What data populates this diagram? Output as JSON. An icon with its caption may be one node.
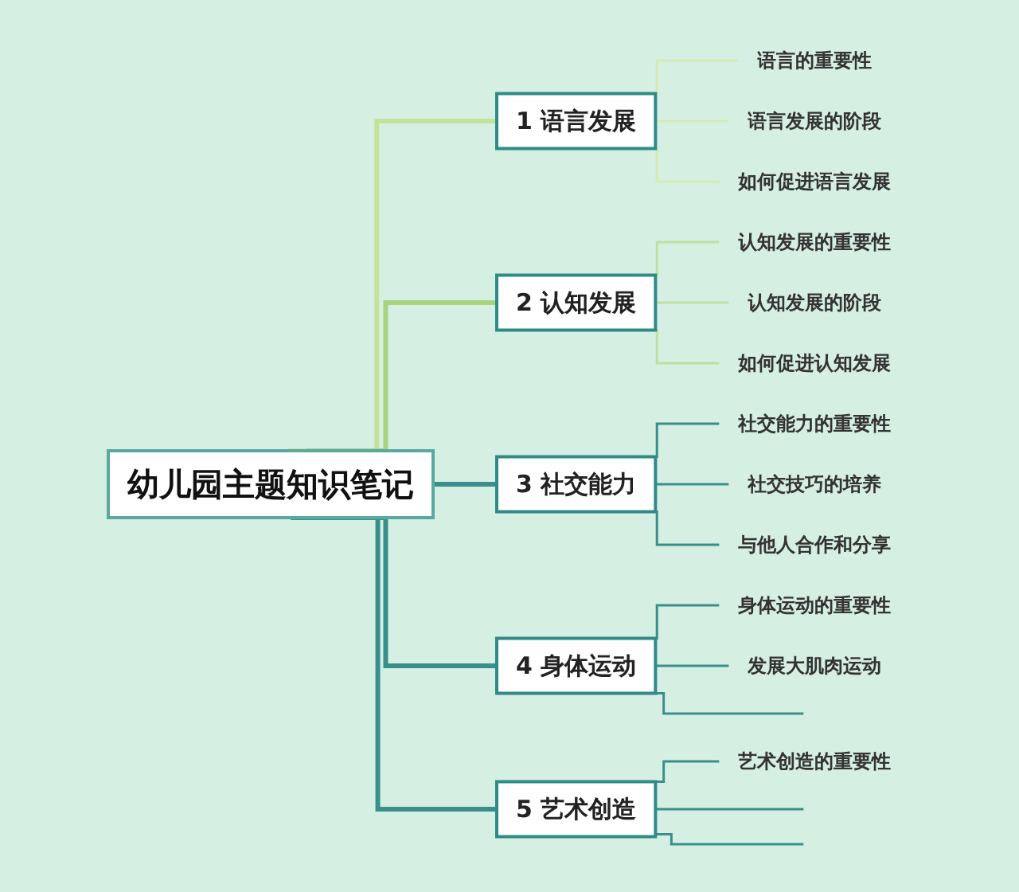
{
  "diagram": {
    "nodes": [
      {
        "text": [
          "幼儿园主题知识笔记"
        ]
      },
      {
        "text": [
          "1 语言发展"
        ]
      },
      {
        "text": [
          "语言的重要性"
        ]
      },
      {
        "text": [
          "语言发展的阶段"
        ]
      },
      {
        "text": [
          "如何促进语言发展"
        ]
      },
      {
        "text": [
          "2 认知发展"
        ]
      },
      {
        "text": [
          "认知发展的重要性"
        ]
      },
      {
        "text": [
          "认知发展的阶段"
        ]
      },
      {
        "text": [
          "如何促进认知发展"
        ]
      },
      {
        "text": [
          "3 社交能力"
        ]
      },
      {
        "text": [
          "社交能力的重要性"
        ]
      },
      {
        "text": [
          "社交技巧的培养"
        ]
      },
      {
        "text": [
          "与他人合作和分享"
        ]
      },
      {
        "text": [
          "4 身体运动"
        ]
      },
      {
        "text": [
          "身体运动的重要性"
        ]
      },
      {
        "text": [
          "发展大肌肉运动"
        ]
      },
      {
        "text": [
          "5 艺术创造"
        ]
      },
      {
        "text": [
          "艺术创造的重要性"
        ]
      }
    ],
    "edges": [
      {
        "from": 0,
        "to": 1,
        "arrow": "none",
        "style": "thick",
        "color": "#c4e39a"
      },
      {
        "from": 0,
        "to": 5,
        "arrow": "none",
        "style": "thick",
        "color": "#a9d47e"
      },
      {
        "from": 0,
        "to": 9,
        "arrow": "none",
        "style": "thick"
      },
      {
        "from": 0,
        "to": 13,
        "arrow": "none",
        "style": "thick"
      },
      {
        "from": 0,
        "to": 16,
        "arrow": "none",
        "style": "thick"
      },
      {
        "from": 1,
        "to": 2,
        "arrow": "none",
        "color": "#d3ebb5"
      },
      {
        "from": 1,
        "to": 3,
        "arrow": "none",
        "color": "#d3ebb5"
      },
      {
        "from": 1,
        "to": 4,
        "arrow": "none",
        "color": "#d3ebb5"
      },
      {
        "from": 5,
        "to": 6,
        "arrow": "none",
        "color": "#bfe0a0"
      },
      {
        "from": 5,
        "to": 7,
        "arrow": "none",
        "color": "#bfe0a0"
      },
      {
        "from": 5,
        "to": 8,
        "arrow": "none",
        "color": "#bfe0a0"
      },
      {
        "from": 9,
        "to": 10,
        "arrow": "none"
      },
      {
        "from": 9,
        "to": 11,
        "arrow": "none"
      },
      {
        "from": 9,
        "to": 12,
        "arrow": "none"
      },
      {
        "from": 13,
        "to": 14,
        "arrow": "none"
      },
      {
        "from": 13,
        "to": 15,
        "arrow": "none"
      },
      {
        "from": 13,
        "to": null,
        "arrow": "none"
      },
      {
        "from": 16,
        "to": 17,
        "arrow": "none"
      },
      {
        "from": 16,
        "to": null,
        "arrow": "none"
      },
      {
        "from": 16,
        "to": null,
        "arrow": "none"
      }
    ]
  }
}
